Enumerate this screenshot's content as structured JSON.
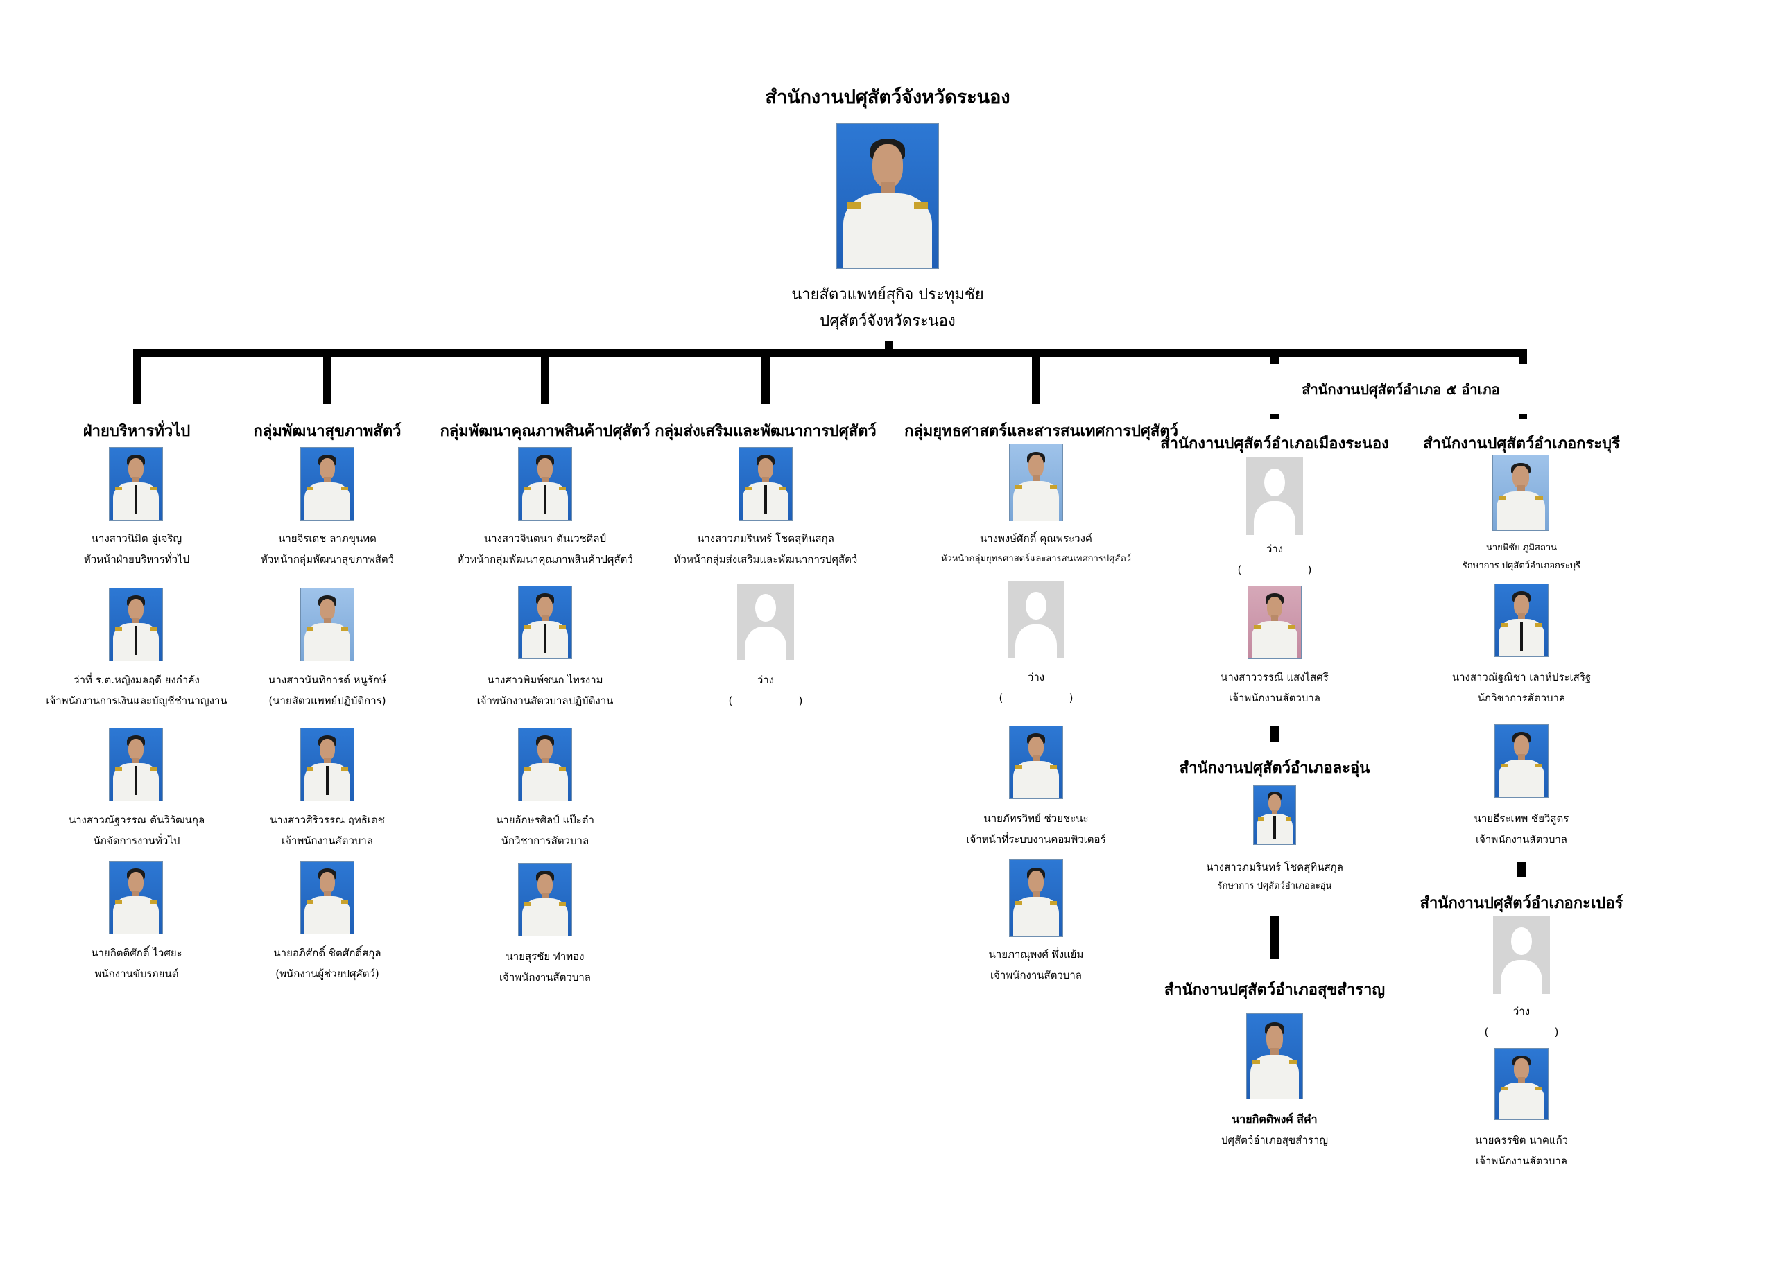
{
  "title": "สำนักงานปศุสัตว์จังหวัดระนอง",
  "head": {
    "name": "นายสัตวแพทย์สุกิจ ประทุมชัย",
    "position": "ปศุสัตว์จังหวัดระนอง"
  },
  "district_header": "สำนักงานปศุสัตว์อำเภอ ๕ อำเภอ",
  "groups": [
    {
      "title": "ฝ่ายบริหารทั่วไป",
      "members": [
        {
          "name": "นางสาวนิมิต อู่เจริญ",
          "position": "หัวหน้าฝ่ายบริหารทั่วไป"
        },
        {
          "name": "ว่าที่ ร.ต.หญิงมลฤดี ยงกำลัง",
          "position": "เจ้าพนักงานการเงินและบัญชีชำนาญงาน"
        },
        {
          "name": "นางสาวณัฐวรรณ ตันวิวัฒนกุล",
          "position": "นักจัดการงานทั่วไป"
        },
        {
          "name": "นายกิตติศักดิ์ ไวศยะ",
          "position": "พนักงานขับรถยนต์"
        }
      ]
    },
    {
      "title": "กลุ่มพัฒนาสุขภาพสัตว์",
      "members": [
        {
          "name": "นายจิรเดช ลาภขุนทด",
          "position": "หัวหน้ากลุ่มพัฒนาสุขภาพสัตว์"
        },
        {
          "name": "นางสาวนันทิการต์ หนูรักษ์",
          "position": "(นายสัตวแพทย์ปฏิบัติการ)"
        },
        {
          "name": "นางสาวศิริวรรณ ฤทธิเดช",
          "position": "เจ้าพนักงานสัตวบาล"
        },
        {
          "name": "นายอภิศักดิ์ ชิตศักดิ์สกุล",
          "position": "(พนักงานผู้ช่วยปศุสัตว์)"
        }
      ]
    },
    {
      "title": "กลุ่มพัฒนาคุณภาพสินค้าปศุสัตว์",
      "members": [
        {
          "name": "นางสาวจินตนา ตันเวชศิลป์",
          "position": "หัวหน้ากลุ่มพัฒนาคุณภาพสินค้าปศุสัตว์"
        },
        {
          "name": "นางสาวพิมพ์ชนก ไทรงาม",
          "position": "เจ้าพนักงานสัตวบาลปฏิบัติงาน"
        },
        {
          "name": "นายอักษรศิลป์ แป๊ะตำ",
          "position": "นักวิชาการสัตวบาล"
        },
        {
          "name": "นายสุรชัย ทำทอง",
          "position": "เจ้าพนักงานสัตวบาล"
        }
      ]
    },
    {
      "title": "กลุ่มส่งเสริมและพัฒนาการปศุสัตว์",
      "members": [
        {
          "name": "นางสาวภมรินทร์ โชคสุทินสกุล",
          "position": "หัวหน้ากลุ่มส่งเสริมและพัฒนาการปศุสัตว์"
        },
        {
          "name": "ว่าง",
          "position": "(                    )"
        }
      ]
    },
    {
      "title": "กลุ่มยุทธศาสตร์และสารสนเทศการปศุสัตว์",
      "members": [
        {
          "name": "นางพงษ์ศักดิ์ คุณพระวงค์",
          "position": "หัวหน้ากลุ่มยุทธศาสตร์และสารสนเทศการปศุสัตว์"
        },
        {
          "name": "ว่าง",
          "position": "(                    )"
        },
        {
          "name": "นายภัทรวิทย์ ช่วยชะนะ",
          "position": "เจ้าหน้าที่ระบบงานคอมพิวเตอร์"
        },
        {
          "name": "นายภาณุพงศ์ พึ่งแย้ม",
          "position": "เจ้าพนักงานสัตวบาล"
        }
      ]
    }
  ],
  "districts": {
    "mueang": {
      "title": "สำนักงานปศุสัตว์อำเภอเมืองระนอง",
      "members": [
        {
          "name": "ว่าง",
          "position": "(                    )"
        },
        {
          "name": "นางสาววรรณี แสงไสศรี",
          "position": "เจ้าพนักงานสัตวบาล"
        }
      ]
    },
    "la_un": {
      "title": "สำนักงานปศุสัตว์อำเภอละอุ่น",
      "members": [
        {
          "name": "นางสาวภมรินทร์ โชคสุทินสกุล",
          "position": "รักษาการ ปศุสัตว์อำเภอละอุ่น"
        }
      ]
    },
    "suk_samran": {
      "title": "สำนักงานปศุสัตว์อำเภอสุขสำราญ",
      "members": [
        {
          "name": "นายกิตติพงศ์ สีคำ",
          "position": "ปศุสัตว์อำเภอสุขสำราญ"
        }
      ]
    },
    "kraburi": {
      "title": "สำนักงานปศุสัตว์อำเภอกระบุรี",
      "members": [
        {
          "name": "นายพิชัย ภูมิสถาน",
          "position": "รักษาการ ปศุสัตว์อำเภอกระบุรี"
        },
        {
          "name": "นางสาวณัฐณิชา เลาห์ประเสริฐ",
          "position": "นักวิชาการสัตวบาล"
        },
        {
          "name": "นายธีระเทพ ชัยวิสูตร",
          "position": "เจ้าพนักงานสัตวบาล"
        }
      ]
    },
    "kapoe": {
      "title": "สำนักงานปศุสัตว์อำเภอกะเปอร์",
      "members": [
        {
          "name": "ว่าง",
          "position": "(                    )"
        },
        {
          "name": "นายครรชิต นาคแก้ว",
          "position": "เจ้าพนักงานสัตวบาล"
        }
      ]
    }
  }
}
